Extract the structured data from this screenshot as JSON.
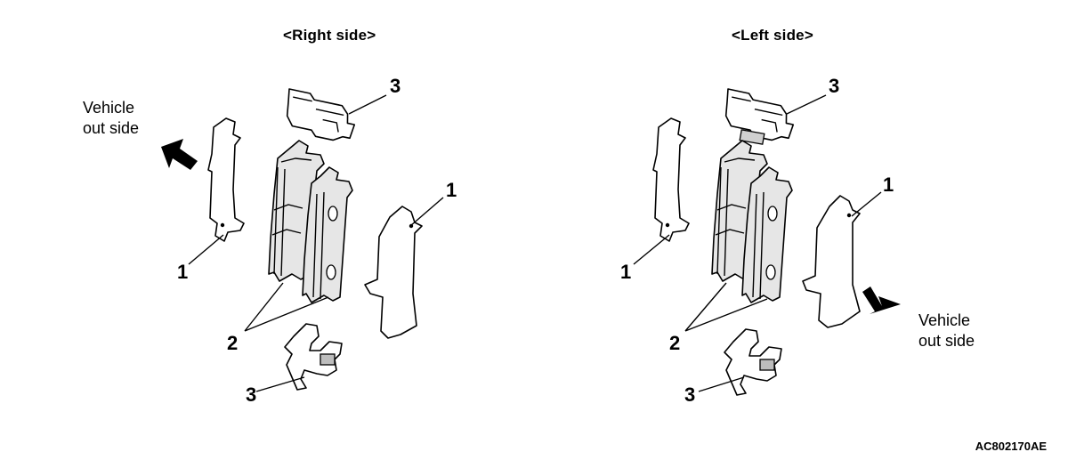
{
  "headings": {
    "right": "<Right side>",
    "left": "<Left side>"
  },
  "vehicle_label_lines": [
    "Vehicle",
    "out side"
  ],
  "callouts": {
    "shim": "1",
    "pad": "2",
    "clip": "3"
  },
  "figure_code": "AC802170AE"
}
